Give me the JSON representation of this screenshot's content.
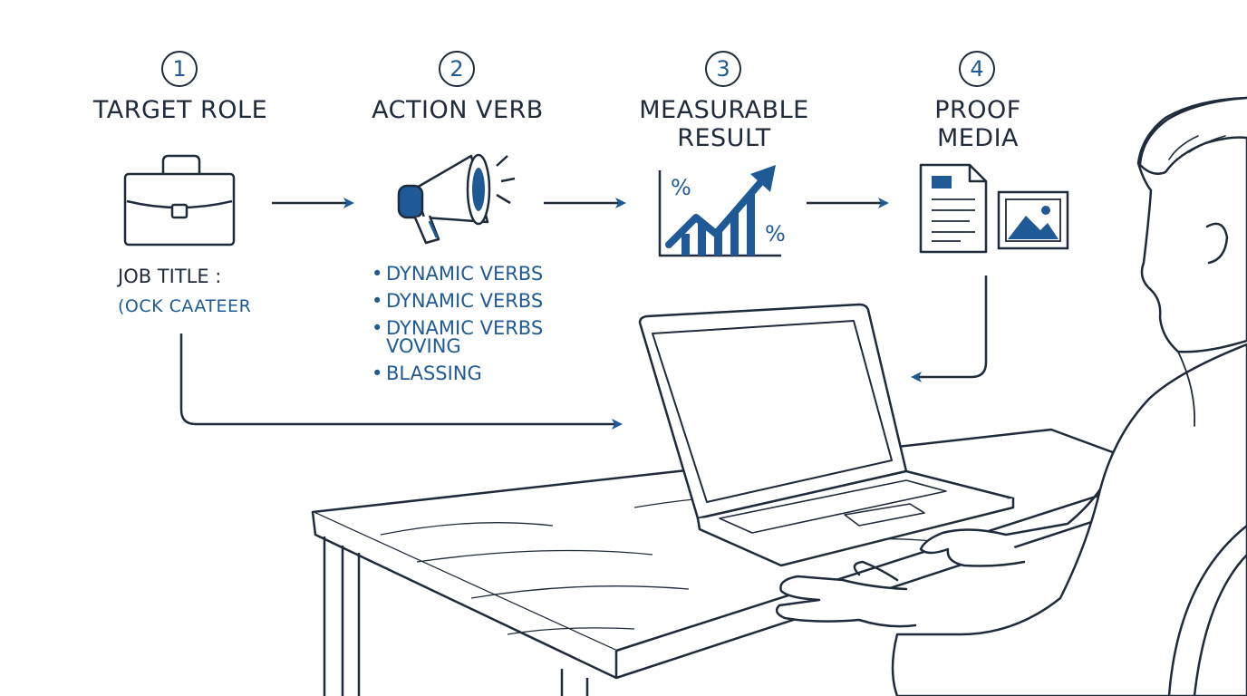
{
  "steps": [
    {
      "number": "1",
      "title": "TARGET ROLE"
    },
    {
      "number": "2",
      "title": "ACTION VERB"
    },
    {
      "number": "3",
      "title": "MEASURABLE\nRESULT"
    },
    {
      "number": "4",
      "title": "PROOF\nMEDIA"
    }
  ],
  "target_role": {
    "label": "JOB TITLE :",
    "value": "(OCK CAATEER",
    "icon": "briefcase-icon"
  },
  "action_verb": {
    "icon": "megaphone-icon",
    "bullet": "•",
    "items": [
      "DYNAMIC VERBS",
      "DYNAMIC VERBS",
      "DYNAMIC VERBS\nVOVING",
      "BLASSING"
    ]
  },
  "measurable_result": {
    "icon": "growth-chart-icon",
    "symbol_top": "%",
    "symbol_bottom": "%"
  },
  "proof_media": {
    "icons": [
      "document-icon",
      "image-icon"
    ]
  },
  "colors": {
    "ink": "#1f2a3a",
    "accent": "#1f5a96",
    "background": "#ffffff"
  }
}
